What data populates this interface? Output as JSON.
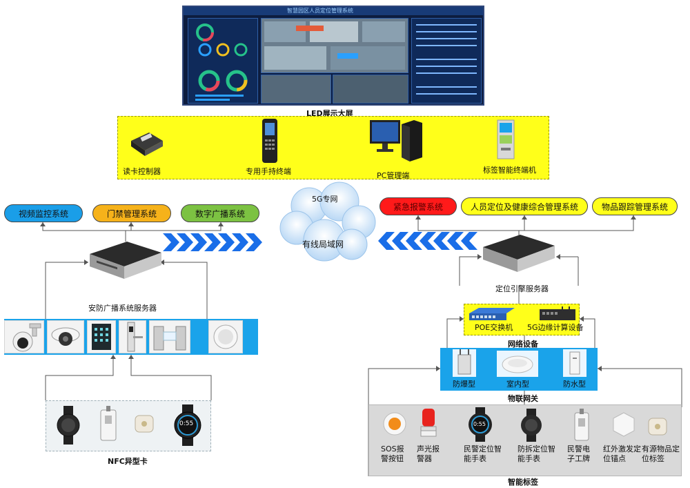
{
  "led": {
    "caption": "LED展示大屏",
    "title_bar": "智慧园区人员定位管理系统"
  },
  "terminals": [
    {
      "label": "读卡控制器",
      "icon": "card-reader-icon"
    },
    {
      "label": "专用手持终端",
      "icon": "handheld-terminal-icon"
    },
    {
      "label": "PC管理端",
      "icon": "pc-icon"
    },
    {
      "label": "标签智能终端机",
      "icon": "kiosk-icon"
    }
  ],
  "cloud": {
    "line1": "5G专网",
    "line2": "有线局域网"
  },
  "left_systems": [
    {
      "label": "视频监控系统",
      "color": "#1a9ee8"
    },
    {
      "label": "门禁管理系统",
      "color": "#f6b21a"
    },
    {
      "label": "数字广播系统",
      "color": "#7cc242"
    }
  ],
  "right_systems": [
    {
      "label": "紧急报警系统",
      "color": "#ff1a1a"
    },
    {
      "label": "人员定位及健康综合管理系统",
      "color": "#ffff1a"
    },
    {
      "label": "物品跟踪管理系统",
      "color": "#ffff1a"
    }
  ],
  "left_server": {
    "label": "安防广播系统服务器"
  },
  "right_server": {
    "label": "定位引擎服务器"
  },
  "security_devices": [
    {
      "icon": "ptz-camera-icon"
    },
    {
      "icon": "dome-camera-icon"
    },
    {
      "icon": "keypad-icon"
    },
    {
      "icon": "door-lock-icon"
    },
    {
      "icon": "turnstile-icon"
    },
    {
      "icon": "speaker-icon"
    }
  ],
  "nfc": {
    "label": "NFC异型卡",
    "items": [
      {
        "icon": "wristband-icon"
      },
      {
        "icon": "badge-card-icon"
      },
      {
        "icon": "tag-icon"
      },
      {
        "icon": "smartwatch-icon",
        "time": "0:55"
      }
    ]
  },
  "network": {
    "label": "网络设备",
    "items": [
      {
        "label": "POE交换机",
        "icon": "switch-icon"
      },
      {
        "label": "5G边缘计算设备",
        "icon": "edge-device-icon"
      }
    ]
  },
  "iot_gateway": {
    "label": "物联网关",
    "items": [
      {
        "label": "防爆型",
        "icon": "explosion-proof-gateway-icon"
      },
      {
        "label": "室内型",
        "icon": "indoor-gateway-icon"
      },
      {
        "label": "防水型",
        "icon": "waterproof-gateway-icon"
      }
    ]
  },
  "smart_tags": {
    "label": "智能标签",
    "items": [
      {
        "label": "SOS报警按钮",
        "icon": "sos-button-icon"
      },
      {
        "label": "声光报警器",
        "icon": "alarm-light-icon"
      },
      {
        "label": "民警定位智能手表",
        "icon": "police-watch-icon",
        "time": "0:55"
      },
      {
        "label": "防拆定位智能手表",
        "icon": "tamper-watch-icon"
      },
      {
        "label": "民警电子工牌",
        "icon": "electronic-badge-icon"
      },
      {
        "label": "红外激发定位锚点",
        "icon": "infrared-anchor-icon"
      },
      {
        "label": "有源物品定位标签",
        "icon": "asset-tag-icon"
      }
    ]
  },
  "colors": {
    "arrow_left": "#1a6ee8",
    "arrow_right": "#1a6ee8",
    "yellow": "#ffff1a",
    "blue": "#1aa3ea"
  }
}
